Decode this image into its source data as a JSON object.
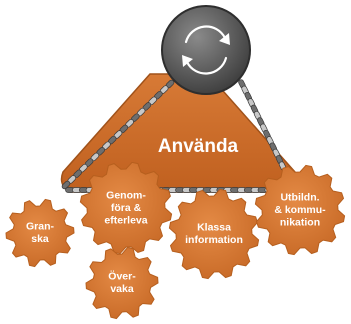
{
  "diagram": {
    "main_label": "Använda",
    "gears": [
      {
        "id": "granska",
        "lines": [
          "Gran-",
          "ska"
        ]
      },
      {
        "id": "genomfora",
        "lines": [
          "Genom-",
          "föra &",
          "efterleva"
        ]
      },
      {
        "id": "klassa",
        "lines": [
          "Klassa",
          "information"
        ]
      },
      {
        "id": "utbildn",
        "lines": [
          "Utbildn.",
          "& kommu-",
          "nikation"
        ]
      },
      {
        "id": "overvaka",
        "lines": [
          "Över-",
          "vaka"
        ]
      }
    ],
    "icons": {
      "cycle": "refresh-arrows-icon",
      "chain": "chain-icon"
    },
    "colors": {
      "gear_fill": "#D9782F",
      "gear_stroke": "#B65F1E",
      "main_fill": "#C9682A",
      "hub_fill": "#5C5C5C",
      "hub_stroke": "#2E2E2E",
      "chain": "#8A8A8A",
      "text": "#FFFFFF"
    }
  }
}
